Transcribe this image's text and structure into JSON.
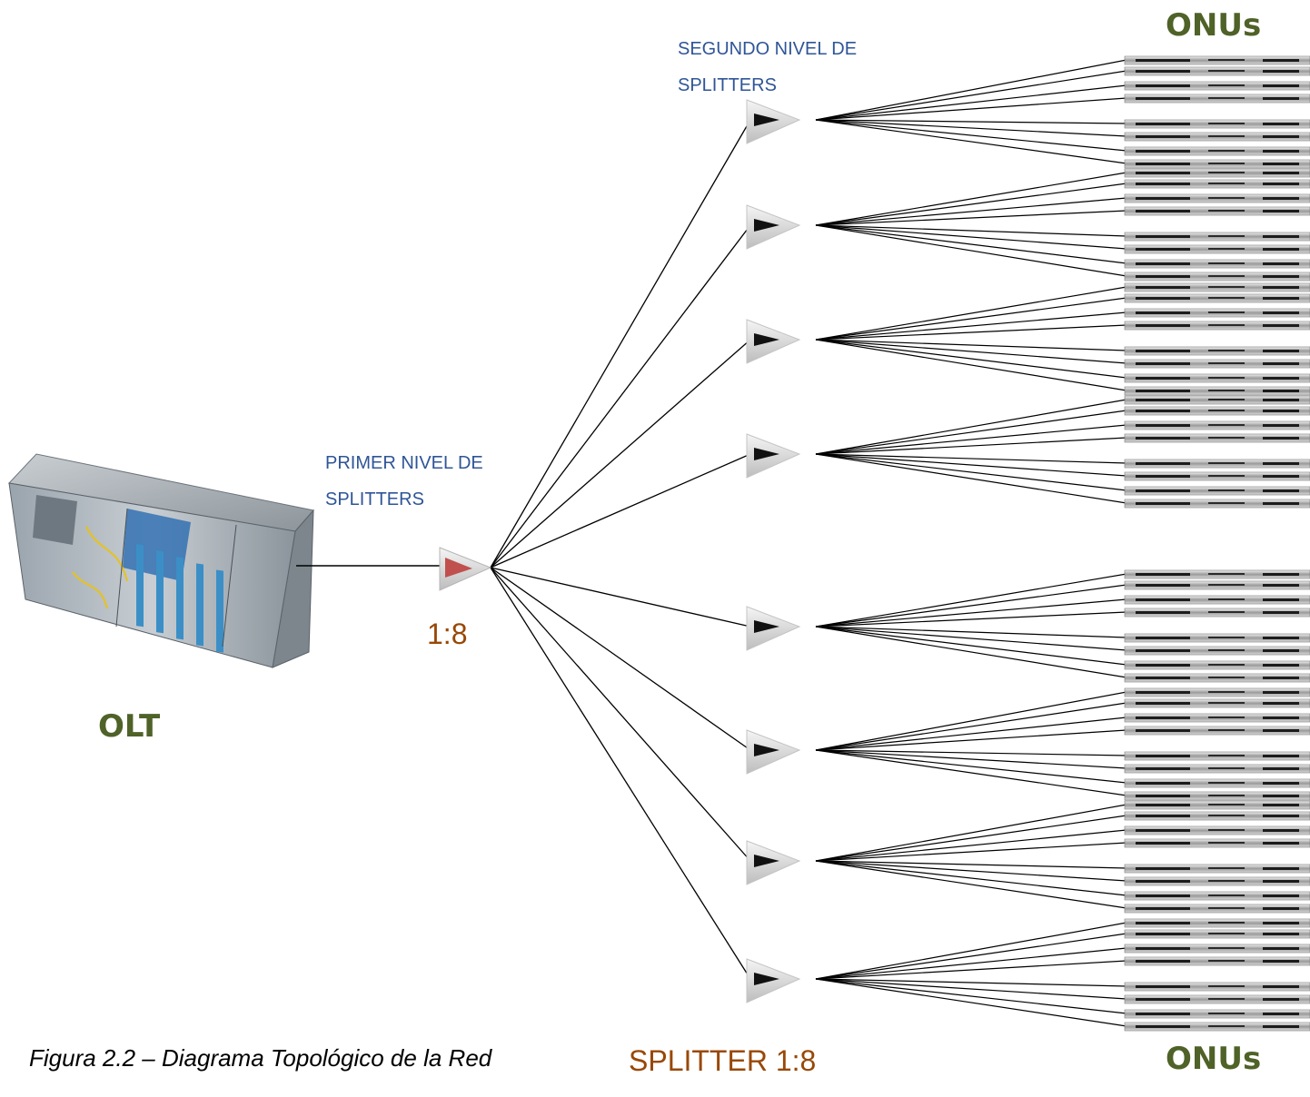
{
  "labels": {
    "onus_top": "ONUs",
    "onus_bottom": "ONUs",
    "olt": "OLT",
    "second_level_line1": "SEGUNDO NIVEL DE",
    "second_level_line2": "SPLITTERS",
    "first_level_line1": "PRIMER NIVEL DE",
    "first_level_line2": "SPLITTERS",
    "first_splitter_ratio": "1:8",
    "splitter_legend": "SPLITTER 1:8",
    "caption": "Figura 2.2 – Diagrama Topológico de la Red"
  },
  "topology": {
    "first_level_splitters": 1,
    "second_level_splitters": 8,
    "onus_per_splitter": 8,
    "split_ratio": "1:8"
  },
  "colors": {
    "label_green": "#4f6228",
    "label_blue": "#2f5597",
    "label_brown": "#984806",
    "primary_splitter": "#c0504d",
    "line": "#000000"
  }
}
